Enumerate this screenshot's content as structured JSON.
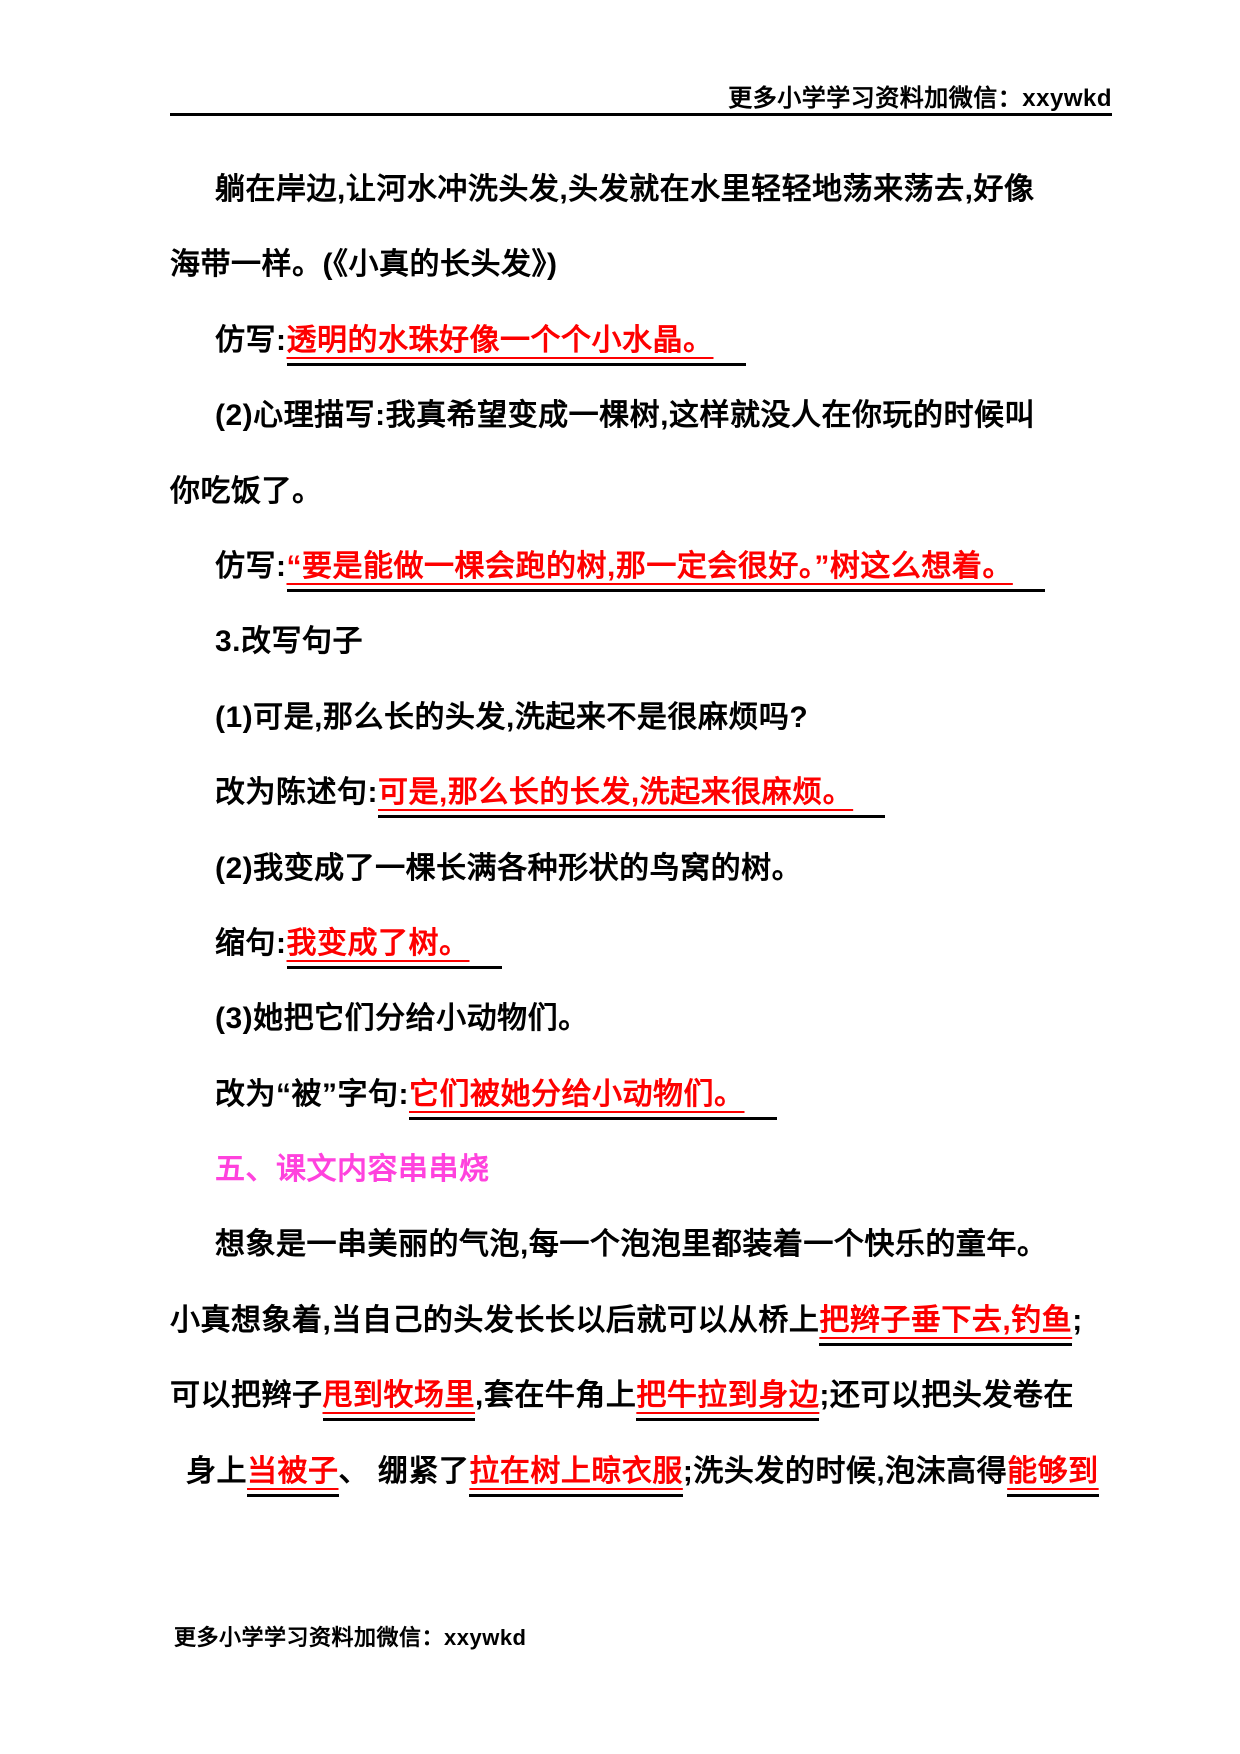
{
  "header": {
    "watermark": "更多小学学习资料加微信：xxywkd"
  },
  "footer": {
    "watermark": "更多小学学习资料加微信：xxywkd"
  },
  "colors": {
    "body_text": "#000000",
    "answer_text": "#fe0000",
    "answer_blank_line": "#000000",
    "section_heading": "#ff42dd"
  },
  "content": {
    "lines": [
      {
        "indent": true,
        "segments": [
          {
            "t": "躺在岸边,让河水冲洗头发,头发就在水里轻轻地荡来荡去,好像",
            "s": "k"
          }
        ]
      },
      {
        "indent": false,
        "segments": [
          {
            "t": "海带一样。(《小真的长头发》)",
            "s": "k"
          }
        ]
      },
      {
        "indent": true,
        "segments": [
          {
            "t": "仿写:",
            "s": "k"
          },
          {
            "t": "透明的水珠好像一个个小水晶。",
            "s": "a",
            "ext": true
          }
        ]
      },
      {
        "indent": true,
        "segments": [
          {
            "t": "(2)心理描写:我真希望变成一棵树,这样就没人在你玩的时候叫",
            "s": "k"
          }
        ]
      },
      {
        "indent": false,
        "segments": [
          {
            "t": "你吃饭了。",
            "s": "k"
          }
        ]
      },
      {
        "indent": true,
        "segments": [
          {
            "t": "仿写:",
            "s": "k"
          },
          {
            "t": "“要是能做一棵会跑的树,那一定会很好。”树这么想着。",
            "s": "a",
            "ext": true
          }
        ]
      },
      {
        "indent": true,
        "segments": [
          {
            "t": "3.改写句子",
            "s": "k"
          }
        ]
      },
      {
        "indent": true,
        "segments": [
          {
            "t": "(1)可是,那么长的头发,洗起来不是很麻烦吗?",
            "s": "k"
          }
        ]
      },
      {
        "indent": true,
        "segments": [
          {
            "t": "改为陈述句:",
            "s": "k"
          },
          {
            "t": "可是,那么长的长发,洗起来很麻烦。",
            "s": "a",
            "ext": true
          }
        ]
      },
      {
        "indent": true,
        "segments": [
          {
            "t": "(2)我变成了一棵长满各种形状的鸟窝的树。",
            "s": "k"
          }
        ]
      },
      {
        "indent": true,
        "segments": [
          {
            "t": "缩句:",
            "s": "k"
          },
          {
            "t": "我变成了树。",
            "s": "a",
            "ext": true
          }
        ]
      },
      {
        "indent": true,
        "segments": [
          {
            "t": "(3)她把它们分给小动物们。",
            "s": "k"
          }
        ]
      },
      {
        "indent": true,
        "segments": [
          {
            "t": "改为“被”字句:",
            "s": "k"
          },
          {
            "t": "它们被她分给小动物们。",
            "s": "a",
            "ext": true
          }
        ]
      },
      {
        "indent": true,
        "heading": true,
        "segments": [
          {
            "t": "五、课文内容串串烧",
            "s": "h"
          }
        ]
      },
      {
        "indent": true,
        "segments": [
          {
            "t": "想象是一串美丽的气泡,每一个泡泡里都装着一个快乐的童年。",
            "s": "k"
          }
        ]
      },
      {
        "indent": false,
        "segments": [
          {
            "t": "小真想象着,当自己的头发长长以后就可以从桥上",
            "s": "k"
          },
          {
            "t": "把辫子垂下去,钓鱼",
            "s": "a"
          },
          {
            "t": ";",
            "s": "k"
          }
        ]
      },
      {
        "indent": false,
        "segments": [
          {
            "t": "可以把辫子",
            "s": "k"
          },
          {
            "t": "甩到牧场里",
            "s": "a"
          },
          {
            "t": ",套在牛角上",
            "s": "k"
          },
          {
            "t": "把牛拉到身边",
            "s": "a"
          },
          {
            "t": ";还可以把头发卷在",
            "s": "k"
          }
        ]
      },
      {
        "indent": false,
        "pad": true,
        "segments": [
          {
            "t": "身上",
            "s": "k"
          },
          {
            "t": "当被子",
            "s": "a"
          },
          {
            "t": "、 绷紧了",
            "s": "k"
          },
          {
            "t": "拉在树上晾衣服",
            "s": "a"
          },
          {
            "t": ";洗头发的时候,泡沫高得",
            "s": "k"
          },
          {
            "t": "能够到",
            "s": "a"
          }
        ]
      }
    ]
  }
}
